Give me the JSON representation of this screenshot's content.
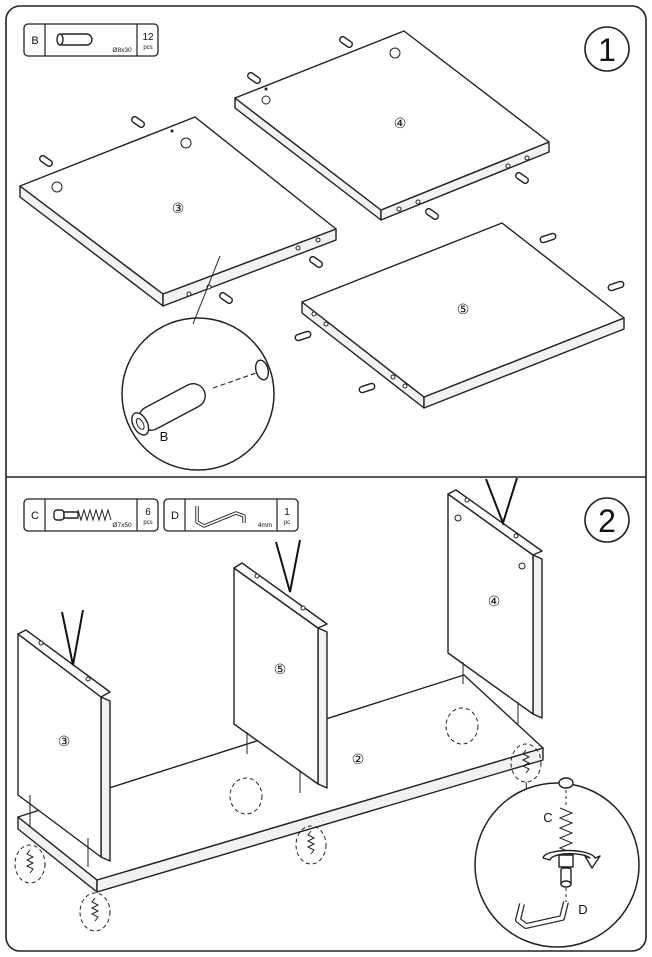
{
  "steps": [
    {
      "number": "1",
      "parts": [
        {
          "letter": "B",
          "size": "Ø8x30",
          "qty": "12",
          "unit": "pcs",
          "icon": "dowel-icon"
        }
      ],
      "panel_labels": [
        "③",
        "④",
        "⑤"
      ],
      "detail_label": "B"
    },
    {
      "number": "2",
      "parts": [
        {
          "letter": "C",
          "size": "Ø7x50",
          "qty": "6",
          "unit": "pcs",
          "icon": "cam-bolt-icon"
        },
        {
          "letter": "D",
          "size": "4mm",
          "qty": "1",
          "unit": "pc",
          "icon": "allen-key-icon"
        }
      ],
      "panel_labels": [
        "③",
        "⑤",
        "④",
        "②"
      ],
      "detail_labels": [
        "C",
        "D"
      ]
    }
  ]
}
